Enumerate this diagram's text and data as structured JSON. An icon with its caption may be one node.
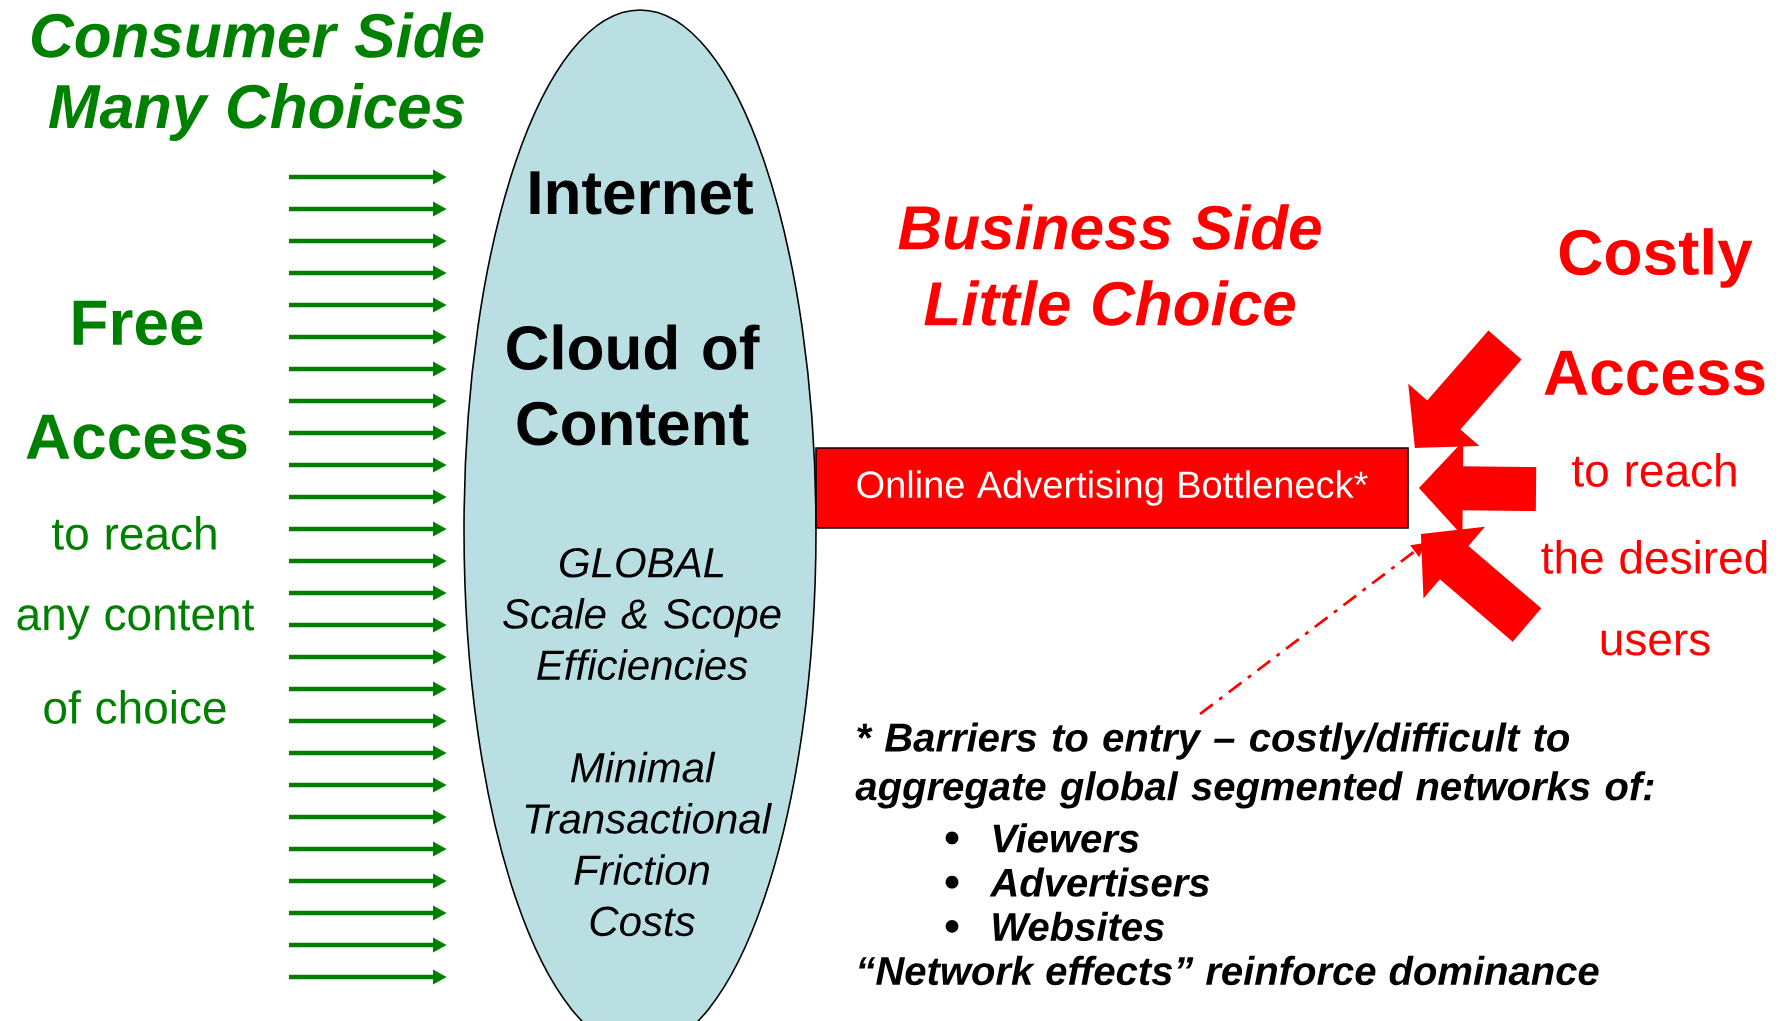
{
  "diagram": {
    "nodes": [
      {
        "text": [
          "Internet",
          "Cloud of Content",
          "GLOBAL Scale & Scope Efficiencies",
          "Minimal Transactional Friction Costs"
        ]
      },
      {
        "text": [
          "Online Advertising Bottleneck*"
        ]
      },
      {
        "text": [
          "* Barriers to entry – costly/difficult to aggregate global segmented networks of:",
          "Viewers",
          "Advertisers",
          "Websites",
          "“Network effects” reinforce dominance"
        ]
      }
    ],
    "edges": [
      {
        "from": null,
        "to": 1,
        "arrow": "to"
      },
      {
        "from": null,
        "to": 1,
        "arrow": "to"
      },
      {
        "from": null,
        "to": 1,
        "arrow": "to"
      },
      {
        "from": 2,
        "to": 1,
        "arrow": "to",
        "style": "dashed"
      }
    ],
    "labels": [
      "Consumer Side",
      "Many Choices",
      "Free",
      "Access",
      "to reach",
      "any content",
      "of choice",
      "Business Side",
      "Little Choice",
      "Costly",
      "Access",
      "to reach",
      "the desired",
      "users"
    ]
  }
}
